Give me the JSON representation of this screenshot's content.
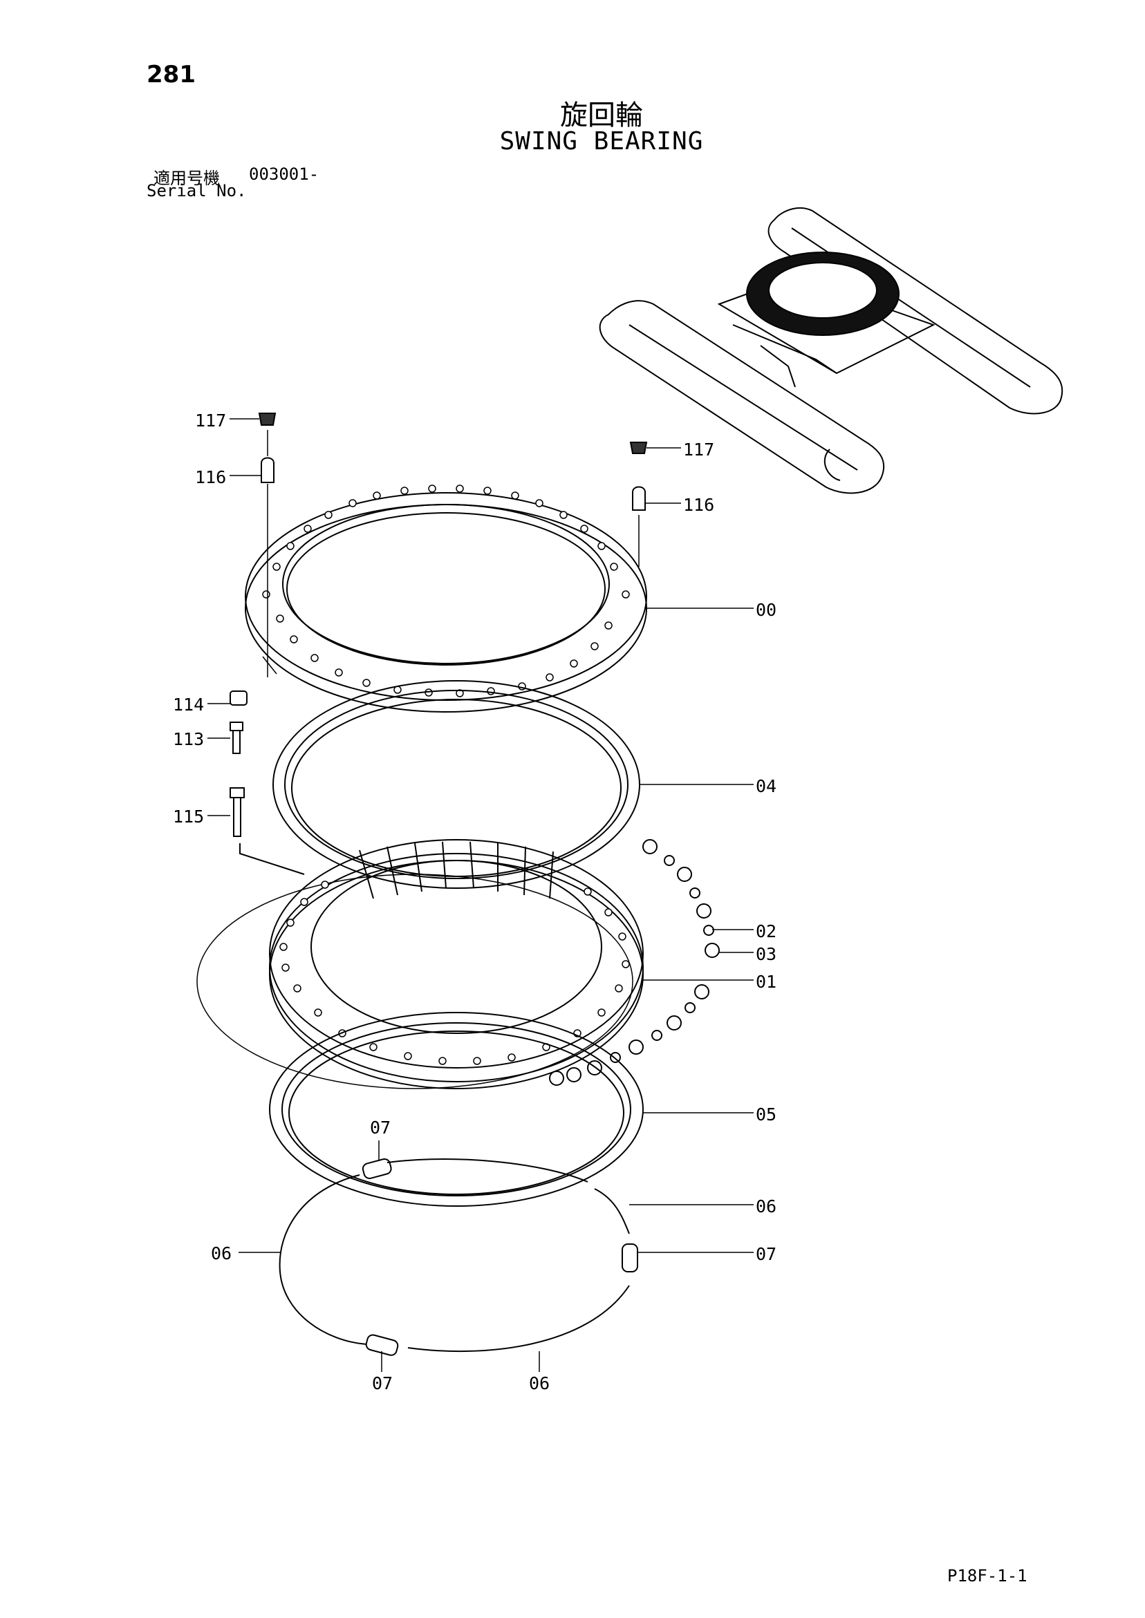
{
  "page": {
    "page_number": "281",
    "title_ja": "旋回輪",
    "title_en": "SWING BEARING",
    "serial_label_ja": "適用号機",
    "serial_value": "003001-",
    "serial_label_en": "Serial No.",
    "drawing_code": "P18F-1-1"
  },
  "callouts": {
    "c117a": "117",
    "c116a": "116",
    "c117b": "117",
    "c116b": "116",
    "c00": "00",
    "c114": "114",
    "c113": "113",
    "c04": "04",
    "c115": "115",
    "c02": "02",
    "c03": "03",
    "c01": "01",
    "c05": "05",
    "c07a": "07",
    "c06a": "06",
    "c06b": "06",
    "c07b": "07",
    "c07c": "07",
    "c06c": "06"
  }
}
